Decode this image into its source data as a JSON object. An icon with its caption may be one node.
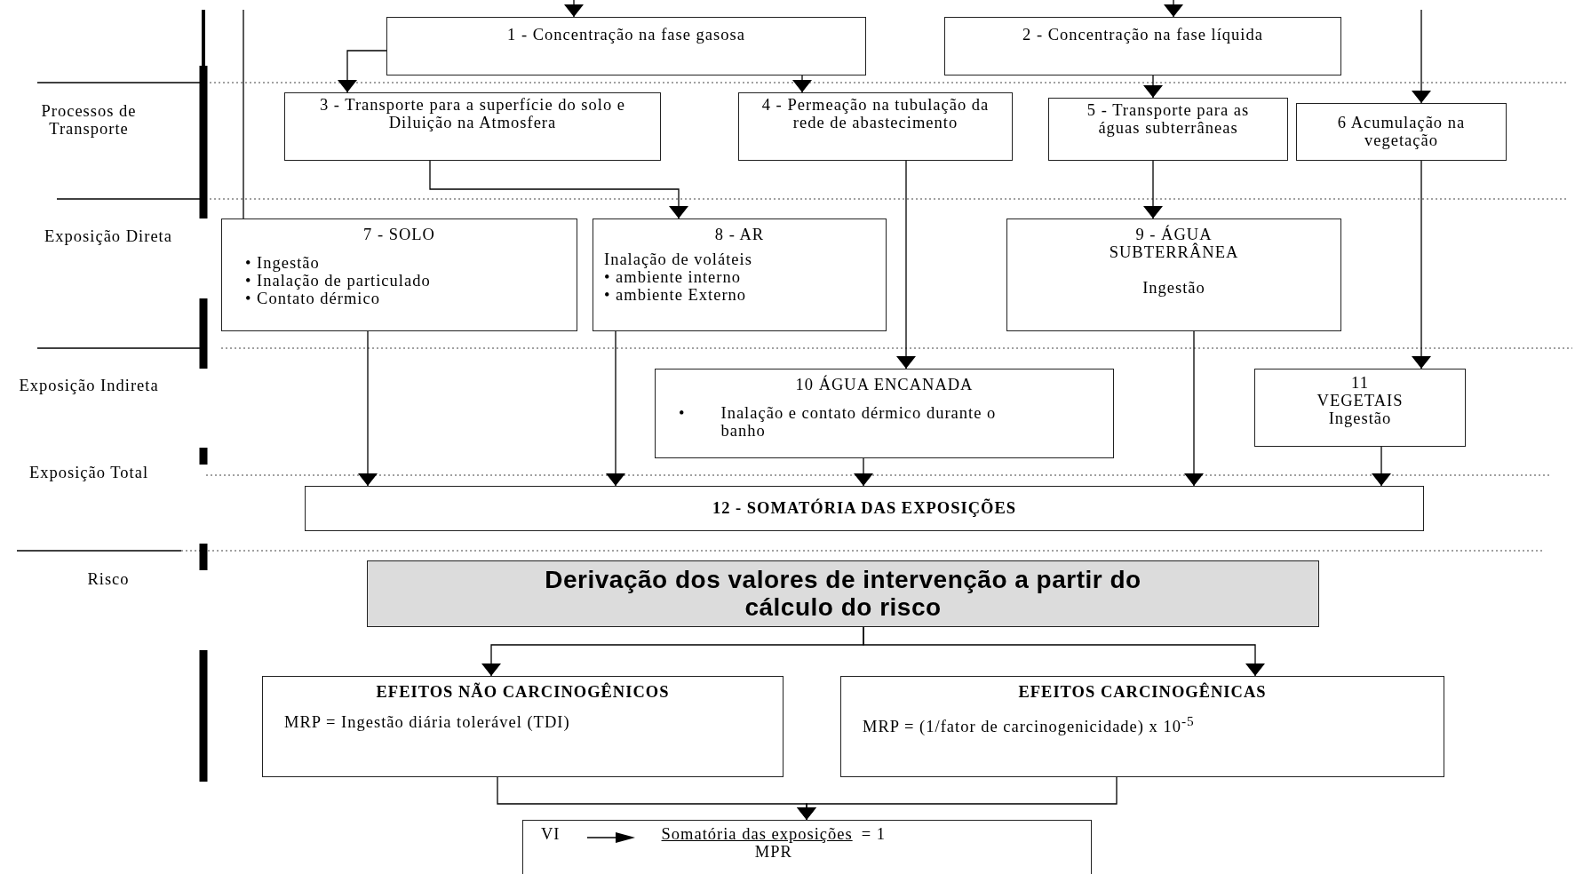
{
  "diagram": {
    "nodes": [
      {
        "text": [
          "1 - Concentração na fase gasosa"
        ]
      },
      {
        "text": [
          "2 - Concentração na fase líquida"
        ]
      },
      {
        "text": [
          "3 - Transporte para a superfície do solo e Diluição na Atmosfera"
        ]
      },
      {
        "text": [
          "4 - Permeação na tubulação da rede de abastecimento"
        ]
      },
      {
        "text": [
          "5 - Transporte para as águas subterrâneas"
        ]
      },
      {
        "text": [
          "6 Acumulação na vegetação"
        ]
      },
      {
        "text": [
          "7 - SOLO",
          "• Ingestão",
          "• Inalação de particulado",
          "• Contato dérmico"
        ]
      },
      {
        "text": [
          "8 - AR",
          "Inalação de voláteis",
          "• ambiente interno",
          "• ambiente Externo"
        ]
      },
      {
        "text": [
          "9 - ÁGUA SUBTERRÂNEA",
          "Ingestão"
        ]
      },
      {
        "text": [
          "10 ÁGUA ENCANADA",
          "•",
          "Inalação e contato dérmico durante o banho"
        ]
      },
      {
        "text": [
          "11 VEGETAIS",
          "Ingestão"
        ]
      },
      {
        "text": [
          "12 - SOMATÓRIA DAS EXPOSIÇÕES"
        ]
      },
      {
        "text": [
          "Derivação dos valores de intervenção a partir do cálculo do risco"
        ]
      },
      {
        "text": [
          "EFEITOS NÃO CARCINOGÊNICOS",
          "MRP = Ingestão diária tolerável (TDI)"
        ]
      },
      {
        "text": [
          "EFEITOS CARCINOGÊNICAS",
          "MRP = (1/fator de carcinogenicidade) x 10$^{-5}$"
        ]
      },
      {
        "text": [
          "VI",
          "Somatória das exposições",
          "= 1",
          "MPR"
        ]
      }
    ],
    "edges": [
      {
        "from": null,
        "to": 0,
        "arrow": "to"
      },
      {
        "from": null,
        "to": 1,
        "arrow": "to"
      },
      {
        "from": 0,
        "to": 2,
        "arrow": "to"
      },
      {
        "from": 0,
        "to": 3,
        "arrow": "to"
      },
      {
        "from": 1,
        "to": 4,
        "arrow": "to"
      },
      {
        "from": null,
        "to": 5,
        "arrow": "to"
      },
      {
        "from": null,
        "to": 6,
        "arrow": "none"
      },
      {
        "from": 2,
        "to": 7,
        "arrow": "to"
      },
      {
        "from": 3,
        "to": 9,
        "arrow": "to"
      },
      {
        "from": 4,
        "to": 8,
        "arrow": "to"
      },
      {
        "from": 5,
        "to": 10,
        "arrow": "to"
      },
      {
        "from": 6,
        "to": 11,
        "arrow": "to"
      },
      {
        "from": 7,
        "to": 11,
        "arrow": "to"
      },
      {
        "from": 9,
        "to": 11,
        "arrow": "to"
      },
      {
        "from": 8,
        "to": 11,
        "arrow": "to"
      },
      {
        "from": 10,
        "to": 11,
        "arrow": "to"
      },
      {
        "from": 12,
        "to": 13,
        "arrow": "to"
      },
      {
        "from": 12,
        "to": 14,
        "arrow": "to"
      },
      {
        "from": 13,
        "to": 15,
        "arrow": "to"
      },
      {
        "from": 14,
        "to": 15,
        "arrow": "to"
      }
    ],
    "labels": [
      "Processos de Transporte",
      "Exposição Direta",
      "Exposição Indireta",
      "Exposição Total",
      "Risco"
    ]
  }
}
